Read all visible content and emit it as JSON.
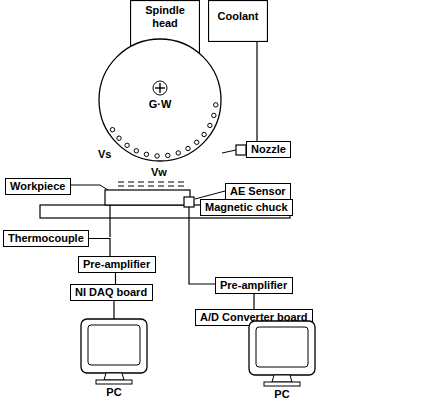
{
  "diagram": {
    "nodes": [
      {
        "text": [
          "Spindle head"
        ]
      },
      {
        "text": [
          "Coolant"
        ]
      },
      {
        "text": [
          "G·W"
        ]
      },
      {
        "text": [
          "Nozzle"
        ]
      },
      {
        "text": [
          "Workpiece"
        ]
      },
      {
        "text": [
          "AE Sensor"
        ]
      },
      {
        "text": [
          "Magnetic chuck"
        ]
      },
      {
        "text": [
          "Thermocouple"
        ]
      },
      {
        "text": [
          "Pre-amplifier"
        ]
      },
      {
        "text": [
          "Pre-amplifier"
        ]
      },
      {
        "text": [
          "NI DAQ board"
        ]
      },
      {
        "text": [
          "A/D Converter board"
        ]
      },
      {
        "text": [
          "PC"
        ]
      },
      {
        "text": [
          "PC"
        ]
      }
    ],
    "edges": [
      {
        "from": 1,
        "to": 3,
        "arrow": "none"
      },
      {
        "from": 7,
        "to": 8,
        "arrow": "none"
      },
      {
        "from": 8,
        "to": 10,
        "arrow": "none"
      },
      {
        "from": 10,
        "to": 12,
        "arrow": "none"
      },
      {
        "from": 9,
        "to": 11,
        "arrow": "none"
      },
      {
        "from": 11,
        "to": 13,
        "arrow": "none"
      }
    ],
    "labels": [
      "Vs",
      "Vw"
    ]
  }
}
